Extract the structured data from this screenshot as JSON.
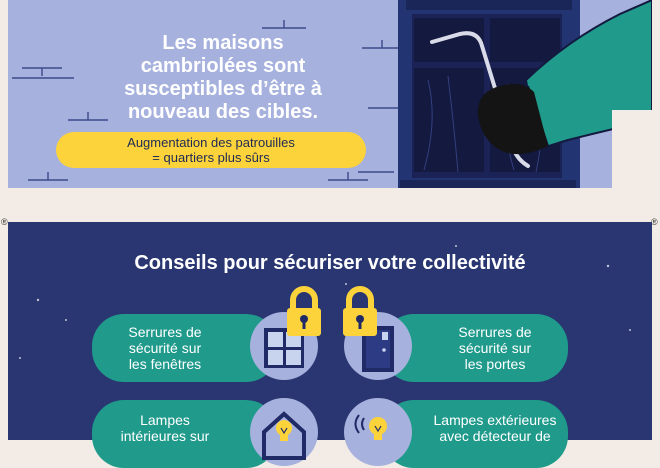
{
  "headline": [
    "Les maisons",
    "cambriolées sont",
    "susceptibles d’être à",
    "nouveau des cibles."
  ],
  "patrol_pill": [
    "Augmentation des patrouilles",
    "= quartiers plus sûrs"
  ],
  "section_title": "Conseils pour sécuriser votre collectivité",
  "tips": [
    {
      "lines": [
        "Serrures de",
        "sécurité sur",
        "les fenêtres"
      ],
      "icon": "window-icon"
    },
    {
      "lines": [
        "Serrures de",
        "sécurité sur",
        "les portes"
      ],
      "icon": "door-icon"
    },
    {
      "lines": [
        "Lampes",
        "intérieures sur"
      ],
      "icon": "house-lightbulb-icon"
    },
    {
      "lines": [
        "Lampes extérieures",
        "avec détecteur de"
      ],
      "icon": "motion-lightbulb-icon"
    }
  ],
  "registration_mark": "®",
  "colors": {
    "lavender": "#a7b1de",
    "navy": "#2a3671",
    "yellow": "#fcd33a",
    "teal": "#1f9a8b",
    "cream": "#f3ece6"
  }
}
